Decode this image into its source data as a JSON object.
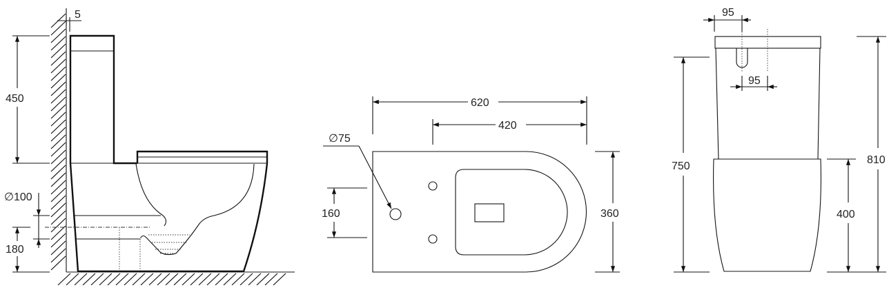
{
  "views": {
    "side": {
      "dims": {
        "wall_gap": "5",
        "tank_height": "450",
        "outlet_diameter": "∅100",
        "outlet_height": "180"
      }
    },
    "top": {
      "dims": {
        "total_length": "620",
        "fixing_length": "420",
        "width": "360",
        "fixing_spacing": "160",
        "hole_diameter": "∅75"
      }
    },
    "back": {
      "dims": {
        "inlet_offset": "95",
        "inlet_spacing": "95",
        "inlet_height": "750",
        "total_height": "810",
        "seat_height": "400"
      }
    }
  },
  "colors": {
    "line": "#111111",
    "background": "#ffffff"
  }
}
